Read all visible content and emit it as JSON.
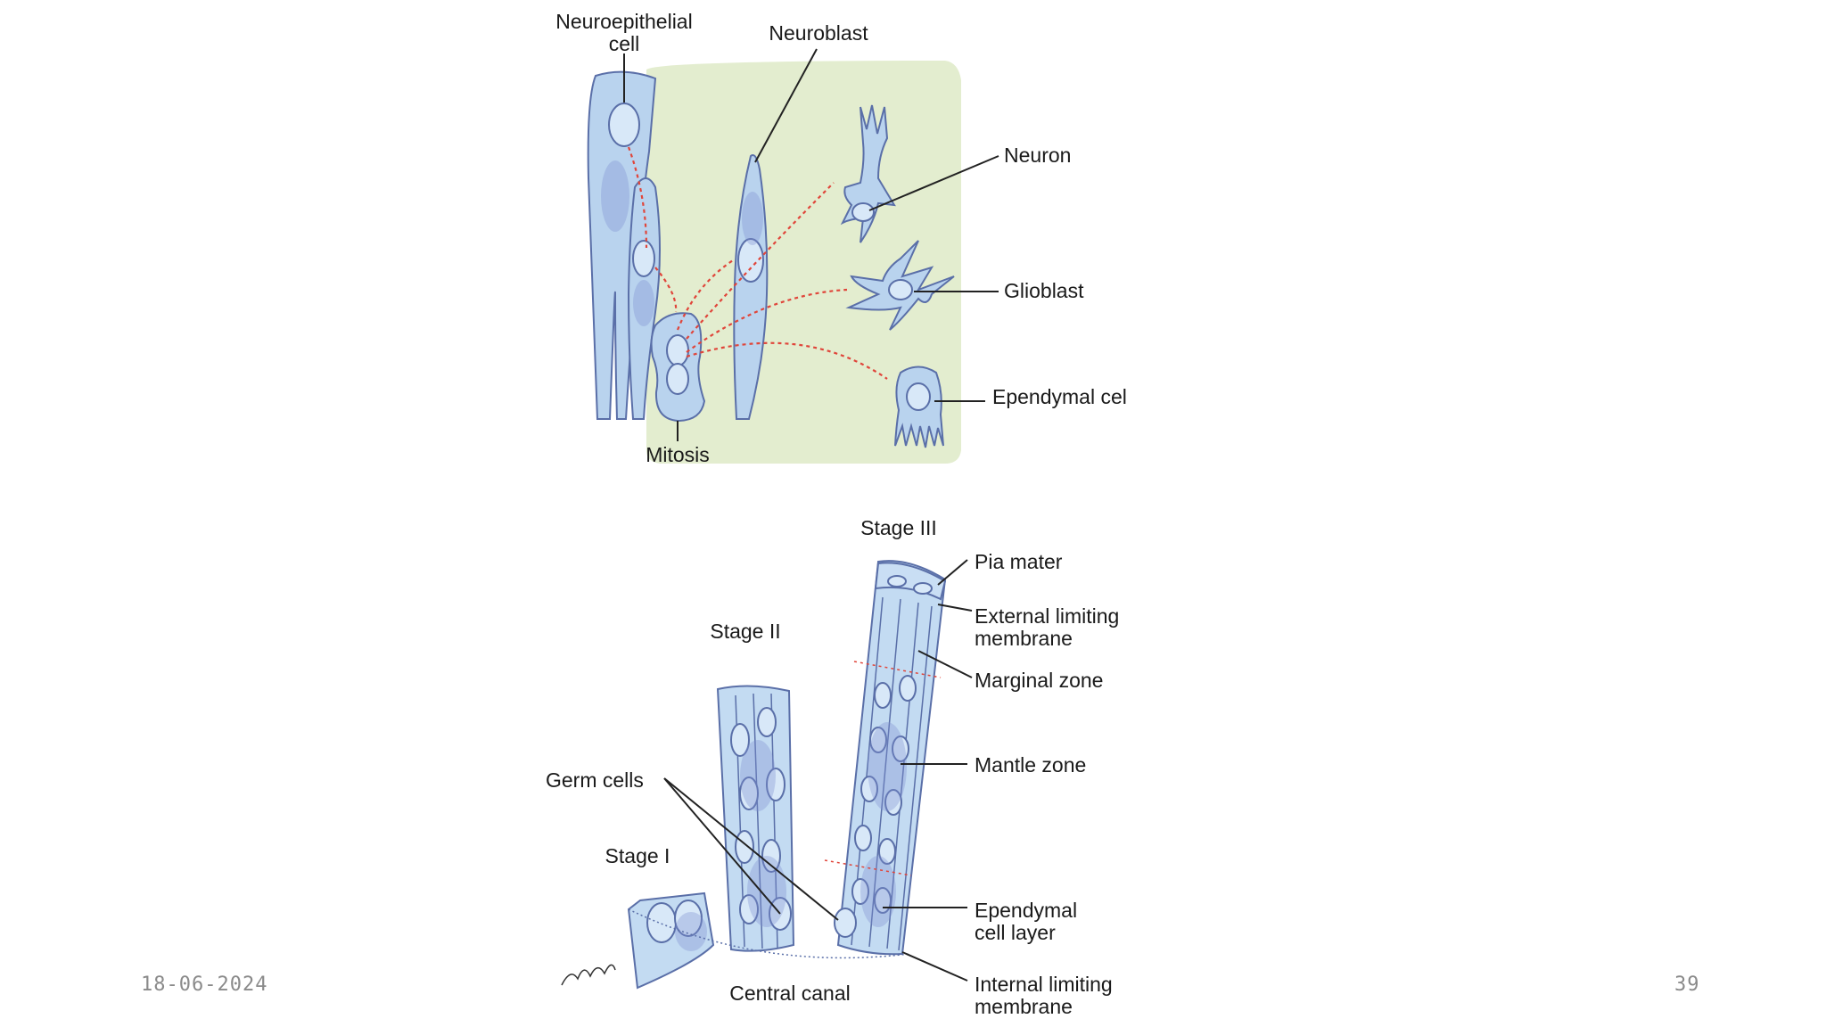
{
  "slide": {
    "date": "18-06-2024",
    "page_number": "39"
  },
  "top_diagram": {
    "labels": {
      "neuroepithelial_1": "Neuroepithelial",
      "neuroepithelial_2": "cell",
      "neuroblast": "Neuroblast",
      "neuron": "Neuron",
      "glioblast": "Glioblast",
      "ependymal": "Ependymal cel",
      "mitosis": "Mitosis"
    },
    "colors": {
      "background": "#e3edcf",
      "cell_fill": "#b9d3ee",
      "cell_stroke": "#5a6fa8",
      "arrow": "#e0453a"
    }
  },
  "bottom_diagram": {
    "labels": {
      "stage_3": "Stage III",
      "stage_2": "Stage II",
      "stage_1": "Stage I",
      "pia_mater": "Pia mater",
      "ext_limiting_1": "External limiting",
      "ext_limiting_2": "membrane",
      "marginal_zone": "Marginal zone",
      "mantle_zone": "Mantle zone",
      "germ_cells": "Germ cells",
      "ependymal_layer_1": "Ependymal",
      "ependymal_layer_2": "cell layer",
      "int_limiting_1": "Internal limiting",
      "int_limiting_2": "membrane",
      "central_canal": "Central canal"
    }
  }
}
